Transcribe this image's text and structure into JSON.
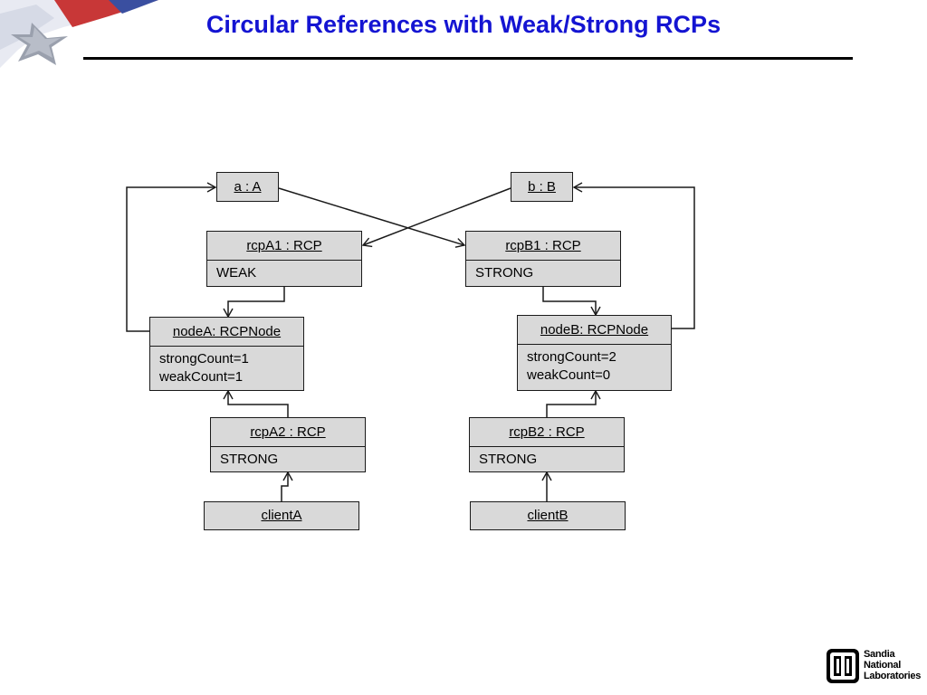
{
  "title": "Circular References with Weak/Strong RCPs",
  "diagram": {
    "objects": {
      "a": {
        "header": "a : A"
      },
      "b": {
        "header": "b : B"
      },
      "rcpA1": {
        "header": "rcpA1 : RCP",
        "lines": [
          "WEAK"
        ]
      },
      "rcpB1": {
        "header": "rcpB1 : RCP",
        "lines": [
          "STRONG"
        ]
      },
      "nodeA": {
        "header": "nodeA: RCPNode",
        "lines": [
          "strongCount=1",
          "weakCount=1"
        ]
      },
      "nodeB": {
        "header": "nodeB: RCPNode",
        "lines": [
          "strongCount=2",
          "weakCount=0"
        ]
      },
      "rcpA2": {
        "header": "rcpA2 : RCP",
        "lines": [
          "STRONG"
        ]
      },
      "rcpB2": {
        "header": "rcpB2 : RCP",
        "lines": [
          "STRONG"
        ]
      },
      "clientA": {
        "header": "clientA"
      },
      "clientB": {
        "header": "clientB"
      }
    },
    "edges": [
      {
        "from": "a",
        "to": "rcpB1"
      },
      {
        "from": "b",
        "to": "rcpA1"
      },
      {
        "from": "rcpA1",
        "to": "nodeA"
      },
      {
        "from": "rcpB1",
        "to": "nodeB"
      },
      {
        "from": "nodeA",
        "to": "a"
      },
      {
        "from": "nodeB",
        "to": "b"
      },
      {
        "from": "rcpA2",
        "to": "nodeA"
      },
      {
        "from": "rcpB2",
        "to": "nodeB"
      },
      {
        "from": "clientA",
        "to": "rcpA2"
      },
      {
        "from": "clientB",
        "to": "rcpB2"
      }
    ]
  },
  "logo": {
    "lines": [
      "Sandia",
      "National",
      "Laboratories"
    ]
  },
  "colors": {
    "title": "#1414d2",
    "box_fill": "#d9d9d9",
    "line": "#1a1a1a"
  }
}
